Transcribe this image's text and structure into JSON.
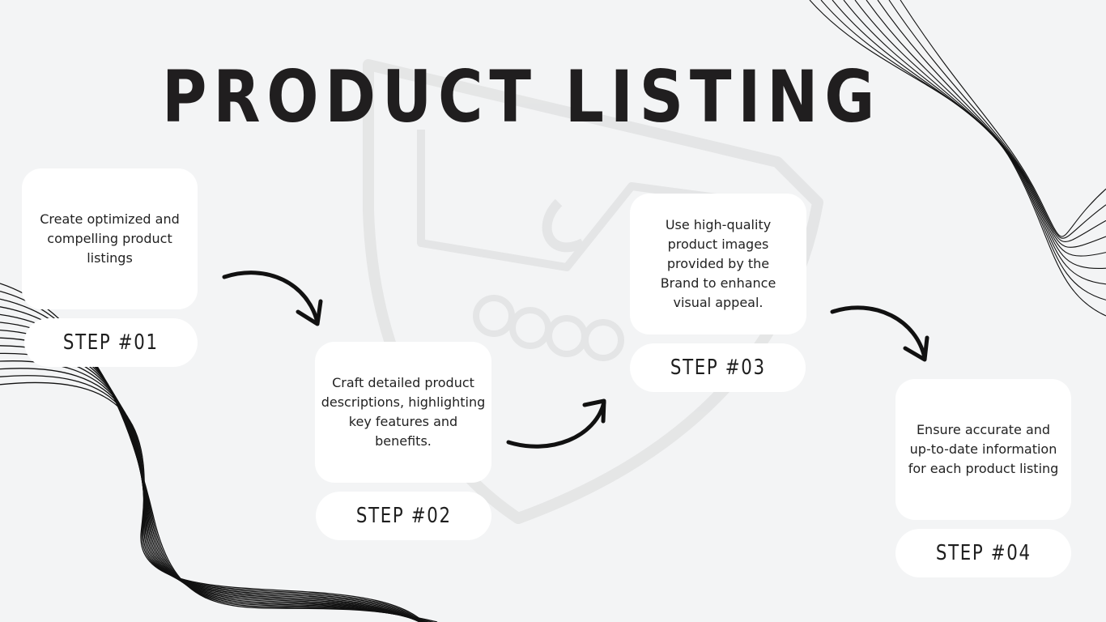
{
  "title": "PRODUCT LISTING",
  "steps": [
    {
      "label": "STEP #01",
      "text": "Create optimized and compelling product listings"
    },
    {
      "label": "STEP #02",
      "text": "Craft detailed product descriptions, highlighting key features and benefits."
    },
    {
      "label": "STEP #03",
      "text": "Use high-quality product images provided by the Brand to enhance visual appeal."
    },
    {
      "label": "STEP #04",
      "text": "Ensure accurate and up-to-date information for each product listing"
    }
  ],
  "colors": {
    "background": "#f3f4f5",
    "card": "#ffffff",
    "text": "#201e1f"
  },
  "icons": [
    "handshake-shield-watermark",
    "curved-arrow-icon",
    "wave-lines-decoration"
  ]
}
